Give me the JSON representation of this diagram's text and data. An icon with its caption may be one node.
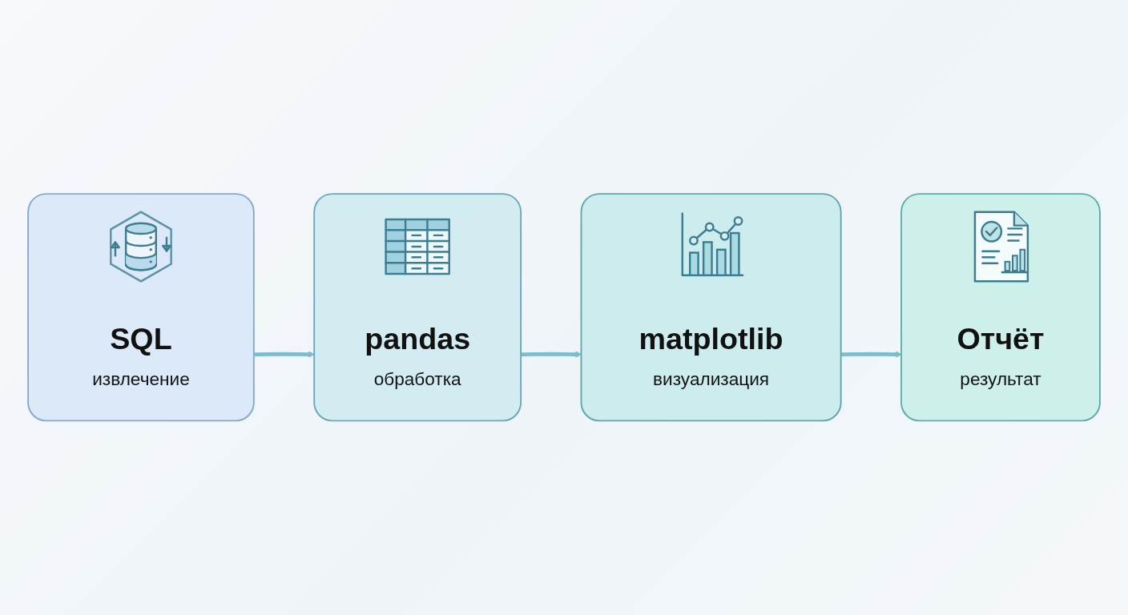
{
  "diagram": {
    "nodes": [
      {
        "text": [
          "SQL",
          "извлечение"
        ]
      },
      {
        "text": [
          "pandas",
          "обработка"
        ]
      },
      {
        "text": [
          "matplotlib",
          "визуализация"
        ]
      },
      {
        "text": [
          "Отчёт",
          "результат"
        ]
      }
    ],
    "edges": [
      {
        "from": 0,
        "to": 1,
        "arrow": "to"
      },
      {
        "from": 1,
        "to": 2,
        "arrow": "to"
      },
      {
        "from": 2,
        "to": 3,
        "arrow": "to"
      }
    ]
  }
}
